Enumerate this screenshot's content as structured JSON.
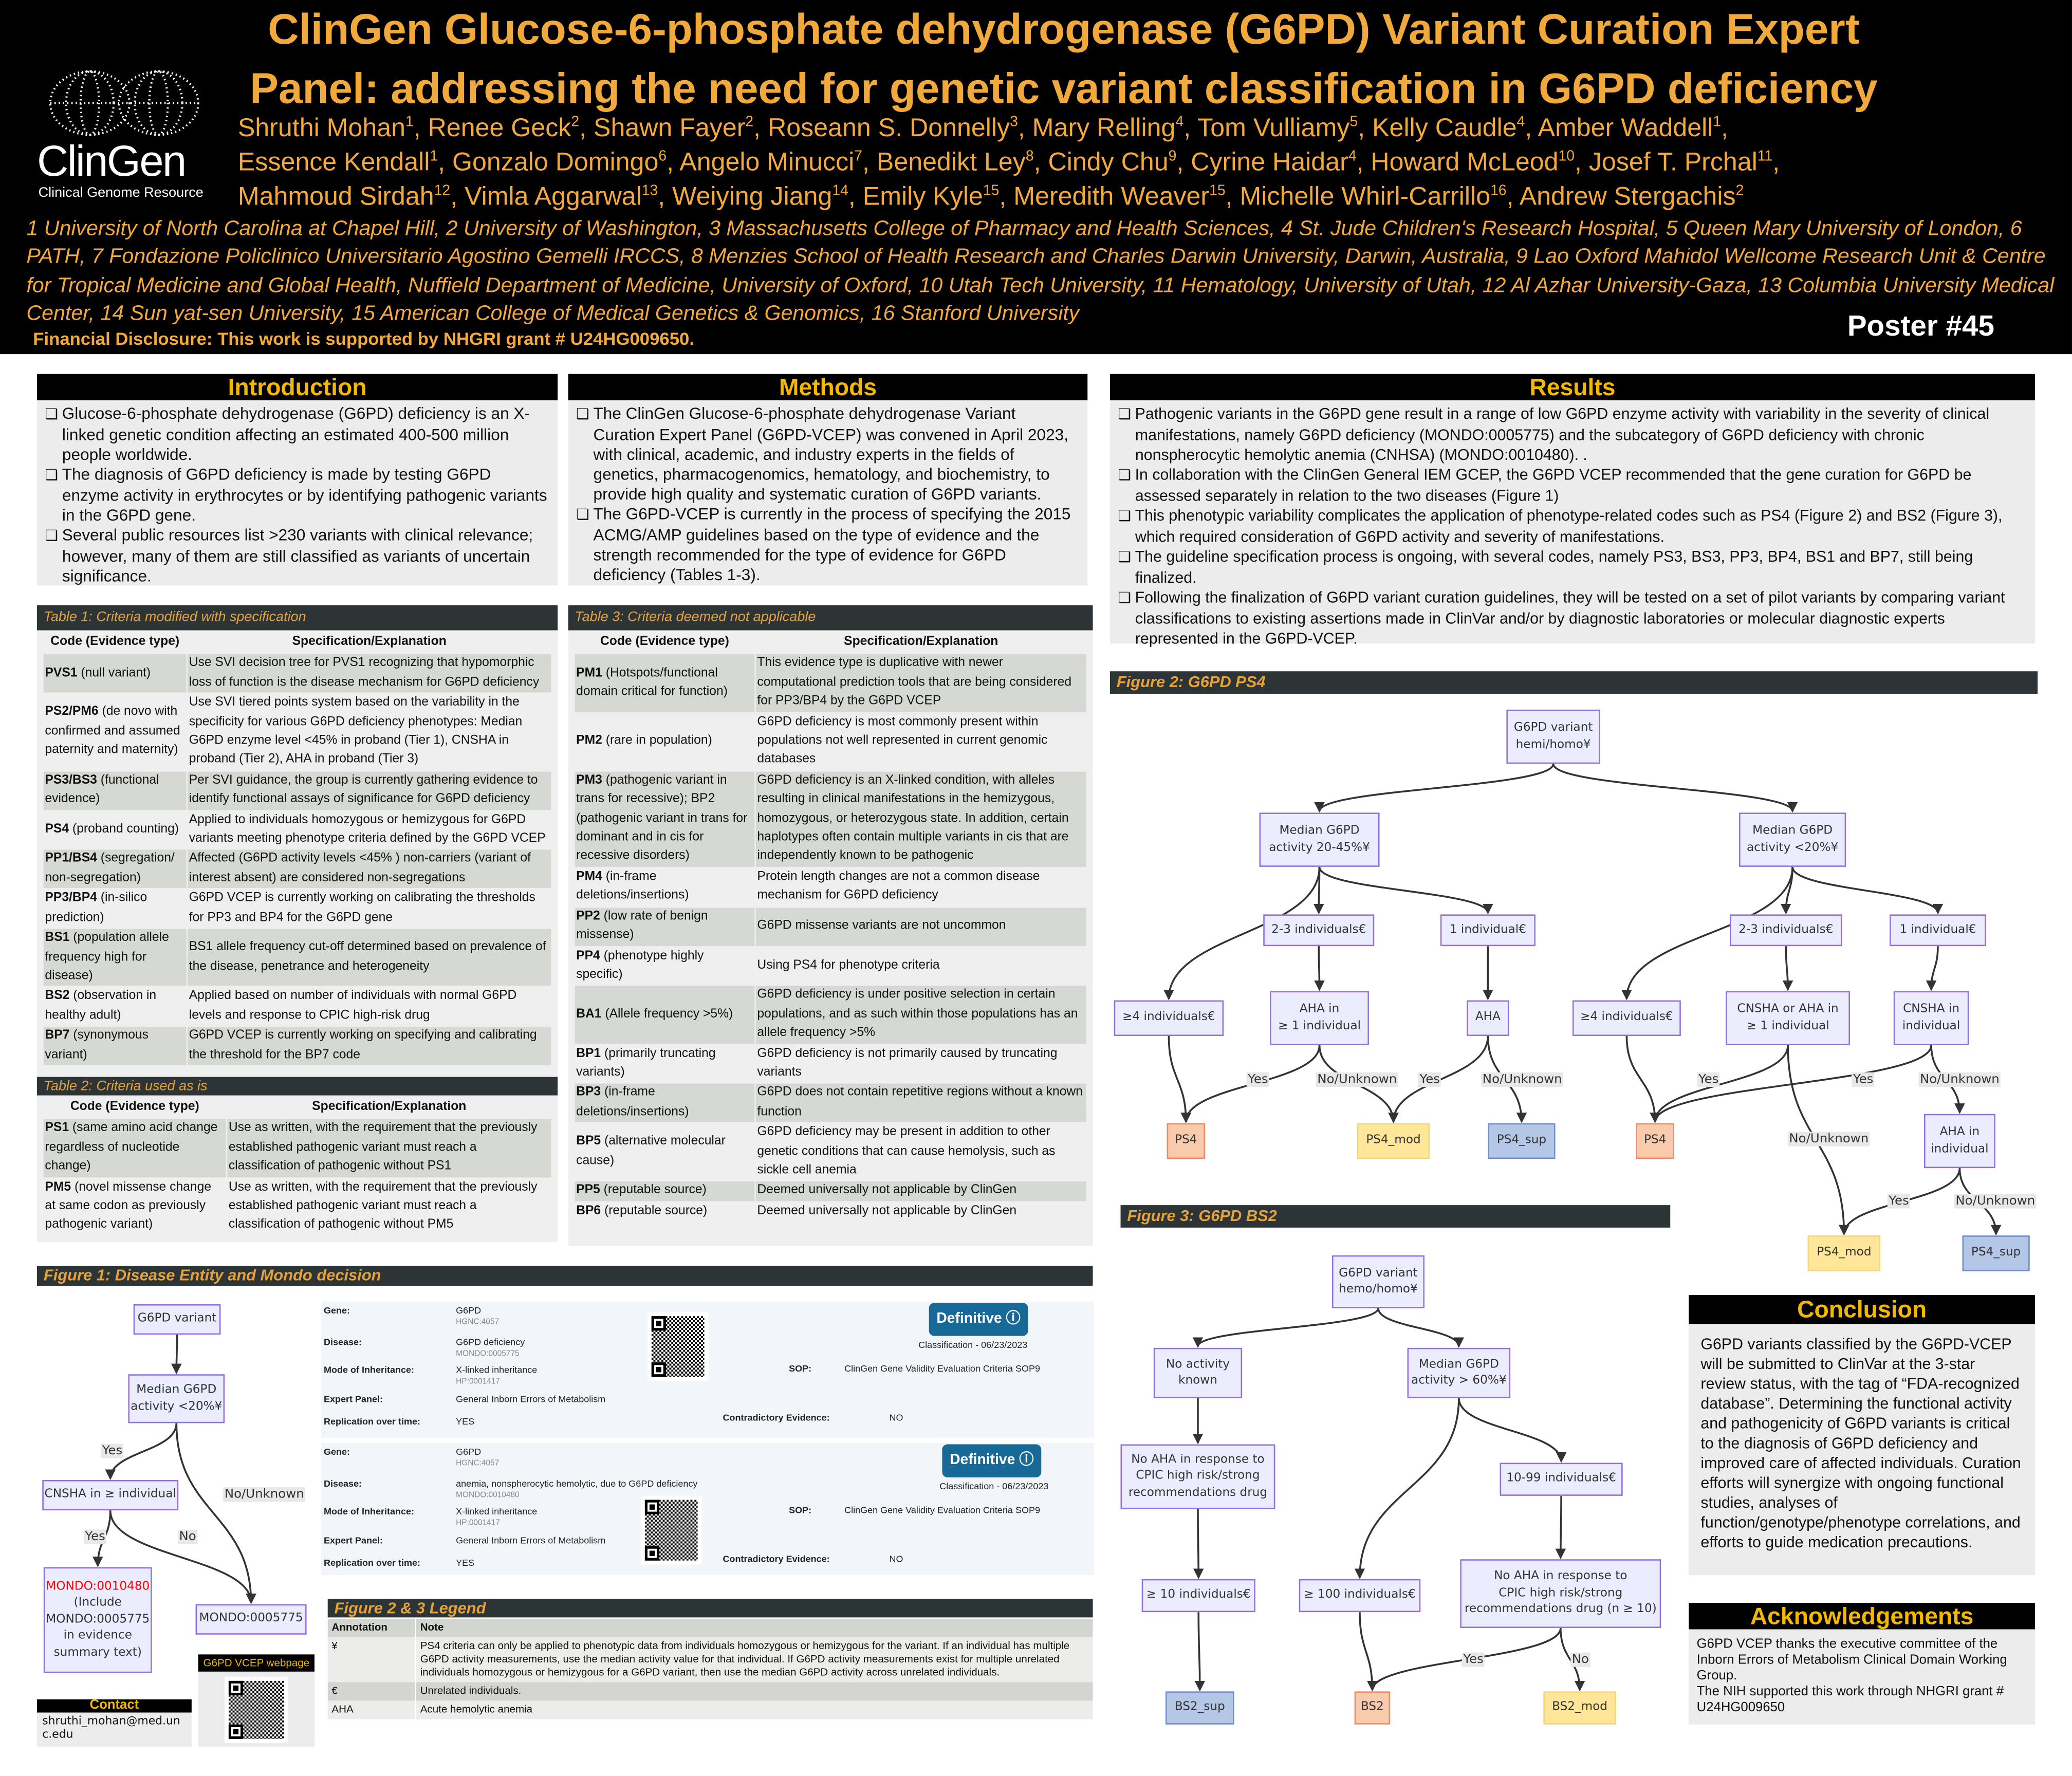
{
  "header": {
    "title_lines": [
      "ClinGen Glucose-6-phosphate dehydrogenase (G6PD) Variant Curation Expert",
      "Panel: addressing the need for genetic variant classification in G6PD deficiency"
    ],
    "logo": {
      "name": "ClinGen",
      "subtitle": "Clinical Genome Resource"
    },
    "author_lines": [
      [
        [
          "Shruthi Mohan",
          "1"
        ],
        [
          "Renee Geck",
          "2"
        ],
        [
          "Shawn Fayer",
          "2"
        ],
        [
          "Roseann S. Donnelly",
          "3"
        ],
        [
          "Mary Relling",
          "4"
        ],
        [
          "Tom Vulliamy",
          "5"
        ],
        [
          "Kelly Caudle",
          "4"
        ],
        [
          "Amber Waddell",
          "1"
        ]
      ],
      [
        [
          "Essence Kendall",
          "1"
        ],
        [
          "Gonzalo Domingo",
          "6"
        ],
        [
          "Angelo Minucci",
          "7"
        ],
        [
          "Benedikt Ley",
          "8"
        ],
        [
          "Cindy Chu",
          "9"
        ],
        [
          "Cyrine Haidar",
          "4"
        ],
        [
          "Howard McLeod",
          "10"
        ],
        [
          "Josef T. Prchal",
          "11"
        ]
      ],
      [
        [
          "Mahmoud Sirdah",
          "12"
        ],
        [
          "Vimla Aggarwal",
          "13"
        ],
        [
          "Weiying Jiang",
          "14"
        ],
        [
          "Emily Kyle",
          "15"
        ],
        [
          "Meredith Weaver",
          "15"
        ],
        [
          "Michelle Whirl-Carrillo",
          "16"
        ],
        [
          "Andrew Stergachis",
          "2"
        ]
      ]
    ],
    "affiliations": "1 University of North Carolina at Chapel Hill, 2 University of Washington, 3 Massachusetts College of Pharmacy and Health Sciences, 4 St. Jude Children's Research Hospital, 5 Queen Mary University of London, 6 PATH, 7 Fondazione Policlinico Universitario Agostino Gemelli IRCCS, 8 Menzies School of Health Research and Charles Darwin University, Darwin, Australia, 9 Lao Oxford Mahidol Wellcome Research Unit & Centre for Tropical Medicine and Global Health, Nuffield Department of Medicine, University of Oxford, 10 Utah Tech University, 11 Hematology, University of Utah, 12 Al Azhar University-Gaza, 13 Columbia University Medical Center, 14 Sun yat-sen University, 15 American College of Medical Genetics & Genomics, 16 Stanford University",
    "disclosure": "Financial Disclosure: This work is supported by  NHGRI grant # U24HG009650.",
    "poster_number": "Poster #45"
  },
  "introduction": {
    "heading": "Introduction",
    "bullets": [
      "Glucose-6-phosphate dehydrogenase (G6PD) deficiency is an X-linked genetic condition affecting an estimated 400-500 million people worldwide.",
      "The diagnosis of G6PD deficiency is made by testing G6PD enzyme activity in erythrocytes or by identifying pathogenic variants in the G6PD gene.",
      "Several public resources list >230 variants with clinical relevance; however, many of them are still classified as variants of uncertain significance."
    ]
  },
  "methods": {
    "heading": "Methods",
    "bullets": [
      "The ClinGen Glucose-6-phosphate dehydrogenase Variant Curation Expert Panel (G6PD-VCEP) was convened in April 2023, with clinical, academic, and industry experts in the fields of genetics, pharmacogenomics, hematology, and biochemistry, to provide high quality and systematic curation of G6PD variants.",
      "The G6PD-VCEP is currently in the process of specifying the 2015 ACMG/AMP guidelines based on the type of evidence and the strength recommended for the type of evidence for G6PD deficiency (Tables 1-3)."
    ]
  },
  "results": {
    "heading": "Results",
    "bullets": [
      "Pathogenic variants in the G6PD gene result in a range of low G6PD enzyme activity with variability in the severity of clinical manifestations, namely G6PD deficiency (MONDO:0005775) and the subcategory of G6PD deficiency with chronic nonspherocytic hemolytic anemia (CNHSA) (MONDO:0010480). .",
      "In collaboration with the ClinGen General IEM GCEP, the G6PD VCEP recommended that the gene curation for G6PD be assessed separately in relation to the two diseases (Figure 1)",
      "This phenotypic variability complicates the application of phenotype-related codes such as PS4 (Figure 2) and BS2 (Figure 3), which required consideration of G6PD activity and severity of manifestations.",
      "The guideline specification process is ongoing, with several codes, namely PS3, BS3, PP3, BP4, BS1 and BP7, still being finalized.",
      "Following the finalization of G6PD variant curation guidelines, they will be tested on a set of pilot variants by comparing variant classifications to existing assertions made in ClinVar and/or by diagnostic laboratories or molecular diagnostic experts represented in the G6PD-VCEP."
    ]
  },
  "table1": {
    "caption": "Table 1: Criteria modified with specification",
    "headers": [
      "Code (Evidence type)",
      "Specification/Explanation"
    ],
    "rows": [
      {
        "code": "PVS1",
        "desc": " (null variant)",
        "spec": "Use SVI decision tree for PVS1 recognizing that hypomorphic loss of function is the disease mechanism for G6PD deficiency"
      },
      {
        "code": "PS2/PM6",
        "desc": " (de novo with confirmed and assumed paternity and maternity)",
        "spec": "Use SVI tiered points system based on the variability in the specificity for various G6PD deficiency phenotypes: Median G6PD enzyme level <45% in proband (Tier 1), CNSHA in proband (Tier 2), AHA in proband (Tier 3)"
      },
      {
        "code": "PS3/BS3",
        "desc": " (functional evidence)",
        "spec": "Per SVI guidance, the group is currently gathering evidence to identify functional assays of significance for G6PD deficiency"
      },
      {
        "code": "PS4",
        "desc": " (proband counting)",
        "spec": "Applied to individuals homozygous or hemizygous for G6PD variants meeting phenotype criteria defined by the G6PD VCEP"
      },
      {
        "code": "PP1/BS4",
        "desc": " (segregation/ non-segregation)",
        "spec": "Affected (G6PD activity levels <45% ) non-carriers (variant of interest absent) are considered non-segregations"
      },
      {
        "code": "PP3/BP4",
        "desc": " (in-silico prediction)",
        "spec": "G6PD VCEP is currently working on calibrating the thresholds for PP3 and BP4 for the G6PD gene"
      },
      {
        "code": "BS1",
        "desc": " (population allele frequency high for disease)",
        "spec": "BS1 allele frequency cut-off determined based on prevalence of the disease, penetrance and heterogeneity"
      },
      {
        "code": "BS2",
        "desc": " (observation in healthy adult)",
        "spec": "Applied based on number of individuals with normal G6PD levels and response to CPIC high-risk drug"
      },
      {
        "code": "BP7",
        "desc": " (synonymous variant)",
        "spec": "G6PD VCEP is currently working on specifying and calibrating the threshold for the BP7 code"
      }
    ]
  },
  "table2": {
    "caption": "Table 2: Criteria used as is",
    "headers": [
      "Code (Evidence type)",
      "Specification/Explanation"
    ],
    "rows": [
      {
        "code": "PS1",
        "desc": " (same amino acid change regardless of nucleotide change)",
        "spec": "Use as written, with the requirement that the previously established pathogenic variant must reach a classification of pathogenic without PS1"
      },
      {
        "code": "PM5",
        "desc": " (novel missense change at same codon as previously pathogenic variant)",
        "spec": "Use as written, with the requirement that the previously established pathogenic variant must reach a classification of pathogenic without PM5"
      }
    ]
  },
  "table3": {
    "caption": "Table 3: Criteria deemed not applicable",
    "headers": [
      "Code (Evidence type)",
      "Specification/Explanation"
    ],
    "rows": [
      {
        "code": "PM1",
        "desc": " (Hotspots/functional domain critical for function)",
        "spec": "This evidence type is duplicative with newer computational prediction tools that are being considered for PP3/BP4 by the G6PD VCEP"
      },
      {
        "code": "PM2",
        "desc": " (rare in population)",
        "spec": "G6PD deficiency is most commonly present within populations not well represented in current genomic databases"
      },
      {
        "code": "PM3",
        "desc": " (pathogenic variant in trans for recessive); BP2 (pathogenic variant in trans for dominant and in cis for recessive disorders)",
        "spec": "G6PD deficiency is an X-linked condition, with alleles resulting in clinical manifestations in the hemizygous, homozygous, or heterozygous state. In addition, certain haplotypes often contain multiple variants in cis that are independently known to be pathogenic"
      },
      {
        "code": "PM4",
        "desc": " (in-frame deletions/insertions)",
        "spec": "Protein length changes are not a common disease mechanism for G6PD deficiency"
      },
      {
        "code": "PP2",
        "desc": " (low rate of benign missense)",
        "spec": "G6PD missense variants are not uncommon"
      },
      {
        "code": "PP4",
        "desc": " (phenotype highly specific)",
        "spec": "Using PS4 for phenotype criteria"
      },
      {
        "code": "BA1",
        "desc": " (Allele frequency >5%)",
        "spec": "G6PD deficiency is under positive selection in certain populations, and as such within those populations has an allele frequency >5%"
      },
      {
        "code": "BP1",
        "desc": " (primarily truncating variants)",
        "spec": "G6PD deficiency is not primarily caused by truncating variants"
      },
      {
        "code": "BP3",
        "desc": " (in-frame deletions/insertions)",
        "spec": "G6PD does not contain repetitive regions without a known function"
      },
      {
        "code": "BP5",
        "desc": " (alternative molecular cause)",
        "spec": "G6PD deficiency may be present in addition to other genetic conditions that can cause hemolysis, such as sickle cell anemia"
      },
      {
        "code": "PP5",
        "desc": " (reputable source)",
        "spec": "Deemed universally not applicable by ClinGen"
      },
      {
        "code": "BP6",
        "desc": " (reputable source)",
        "spec": "Deemed universally not applicable by ClinGen"
      }
    ]
  },
  "figure1": {
    "caption": "Figure 1: Disease Entity and Mondo decision",
    "nodes": {
      "var": "G6PD variant",
      "med": "Median G6PD\nactivity <20%¥",
      "cnsha": "CNSHA in ≥ individual",
      "m0480_red": "MONDO:0010480",
      "m0480": "(Include\nMONDO:0005775\nin evidence\nsummary text)",
      "m5775": "MONDO:0005775"
    },
    "labels": {
      "yes1": "Yes",
      "nounk": "No/Unknown",
      "yes2": "Yes",
      "no": "No"
    }
  },
  "gene_cards": [
    {
      "gene_label": "Gene:",
      "gene": "G6PD",
      "hgnc": "HGNC:4057",
      "disease_label": "Disease:",
      "disease": "G6PD deficiency",
      "mondo": "MONDO:0005775",
      "moi_label": "Mode of Inheritance:",
      "moi": "X-linked inheritance",
      "hp": "HP:0001417",
      "panel_label": "Expert Panel:",
      "panel": "General Inborn Errors of Metabolism",
      "rep_label": "Replication over time:",
      "rep": "YES",
      "contra_label": "Contradictory Evidence:",
      "contra": "NO",
      "sop_label": "SOP:",
      "sop": "ClinGen Gene Validity Evaluation Criteria SOP9",
      "badge": "Definitive",
      "classification": "Classification - 06/23/2023"
    },
    {
      "gene_label": "Gene:",
      "gene": "G6PD",
      "hgnc": "HGNC:4057",
      "disease_label": "Disease:",
      "disease": "anemia, nonspherocytic hemolytic, due to G6PD deficiency",
      "mondo": "MONDO:0010480",
      "moi_label": "Mode of Inheritance:",
      "moi": "X-linked inheritance",
      "hp": "HP:0001417",
      "panel_label": "Expert Panel:",
      "panel": "General Inborn Errors of Metabolism",
      "rep_label": "Replication over time:",
      "rep": "YES",
      "contra_label": "Contradictory Evidence:",
      "contra": "NO",
      "sop_label": "SOP:",
      "sop": "ClinGen Gene Validity Evaluation Criteria SOP9",
      "badge": "Definitive",
      "classification": "Classification - 06/23/2023"
    }
  ],
  "legend": {
    "caption": "Figure 2 & 3 Legend",
    "headers": [
      "Annotation",
      "Note"
    ],
    "rows": [
      [
        "¥",
        "PS4 criteria can only be applied to phenotypic data from individuals homozygous or hemizygous for the variant. If an individual has multiple G6PD activity measurements, use the median activity value for that individual. If G6PD activity measurements exist for multiple unrelated individuals homozygous or hemizygous for a G6PD variant, then use the median G6PD activity across unrelated individuals."
      ],
      [
        "€",
        "Unrelated individuals."
      ],
      [
        "AHA",
        "Acute hemolytic anemia"
      ]
    ]
  },
  "contact": {
    "heading": "Contact",
    "email": "shruthi_mohan@med.unc.edu"
  },
  "webpage": {
    "heading": "G6PD VCEP webpage"
  },
  "figure2": {
    "caption": "Figure 2: G6PD PS4",
    "nodes": {
      "root": "G6PD variant\nhemi/homo¥",
      "L": "Median G6PD\nactivity 20-45%¥",
      "R": "Median G6PD\nactivity <20%¥",
      "L23": "2-3 individuals€",
      "L1": "1 individual€",
      "R23": "2-3 individuals€",
      "R1": "1 individual€",
      "L4": "≥4 individuals€",
      "LAHA": "AHA in\n≥ 1 individual",
      "AHA": "AHA",
      "R4": "≥4 individuals€",
      "RCA": "CNSHA or AHA in\n≥ 1 individual",
      "RCN": "CNSHA in\nindividual",
      "PS4a": "PS4",
      "mod": "PS4_mod",
      "sup": "PS4_sup",
      "PS4b": "PS4",
      "RAHA": "AHA in\nindividual",
      "mod2": "PS4_mod",
      "sup2": "PS4_sup"
    },
    "labels": {
      "a": "Yes",
      "b": "No/Unknown",
      "c": "Yes",
      "d": "No/Unknown",
      "e": "Yes",
      "f": "Yes",
      "g": "No/Unknown",
      "h": "No/Unknown",
      "i": "Yes",
      "j": "No/Unknown"
    }
  },
  "figure3": {
    "caption": "Figure 3: G6PD BS2",
    "nodes": {
      "root": "G6PD variant\nhemo/homo¥",
      "NA": "No activity\nknown",
      "M60": "Median G6PD\nactivity > 60%¥",
      "NoAHA": "No AHA in response to\nCPIC high risk/strong\nrecommendations drug",
      "r1099": "10-99 individuals€",
      "ge10": "≥ 10 individuals€",
      "ge100": "≥ 100 individuals€",
      "NoAHAn": "No AHA in response to\nCPIC high risk/strong\nrecommendations drug (n ≥ 10)",
      "BS2sup": "BS2_sup",
      "BS2": "BS2",
      "BS2mod": "BS2_mod"
    },
    "labels": {
      "yes": "Yes",
      "no": "No"
    }
  },
  "conclusion": {
    "heading": "Conclusion",
    "text": "G6PD variants classified by the G6PD-VCEP will be submitted to ClinVar at the 3-star review status, with the tag of “FDA-recognized database”. Determining the functional activity and pathogenicity of G6PD variants is critical to the diagnosis of G6PD deficiency and improved care of affected individuals. Curation efforts will synergize with ongoing functional studies, analyses of function/genotype/phenotype correlations, and efforts to guide medication precautions."
  },
  "acknowledgements": {
    "heading": "Acknowledgements",
    "lines": [
      "G6PD VCEP thanks the executive committee of the Inborn Errors of Metabolism Clinical Domain Working Group.",
      "The NIH supported this work through NHGRI grant # U24HG009650"
    ]
  },
  "colors": {
    "accent": "#f2a93b",
    "caption_bar": "#2d3436",
    "node": "#ececff",
    "ps4": "#f8cbad",
    "mod": "#ffe699",
    "sup": "#b4c7e7",
    "badge": "#176a98"
  }
}
